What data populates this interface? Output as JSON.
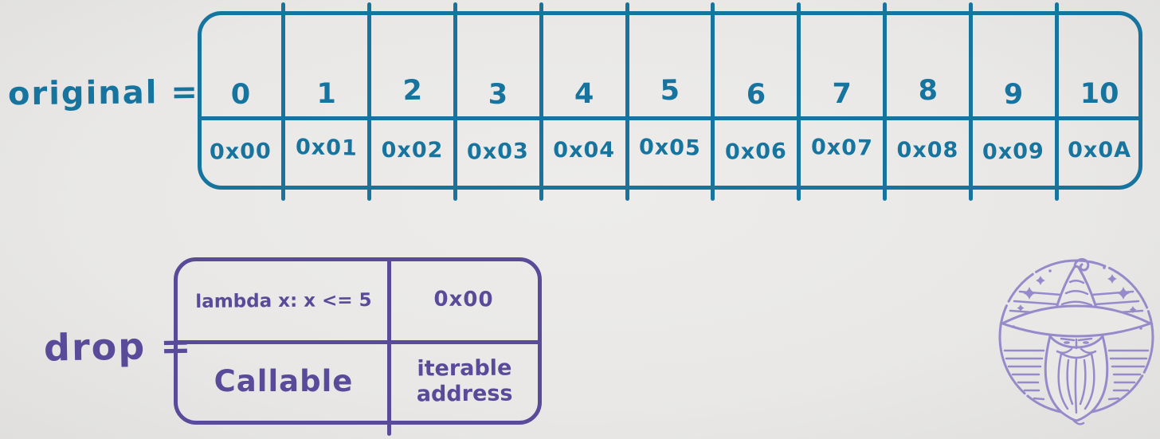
{
  "colors": {
    "background": "#e9e8e6",
    "teal": "#16749e",
    "purple": "#5a4a9a",
    "wizard_purple": "#968bca"
  },
  "original": {
    "label": "original =",
    "indices": [
      "0",
      "1",
      "2",
      "3",
      "4",
      "5",
      "6",
      "7",
      "8",
      "9",
      "10"
    ],
    "addresses": [
      "0x00",
      "0x01",
      "0x02",
      "0x03",
      "0x04",
      "0x05",
      "0x06",
      "0x07",
      "0x08",
      "0x09",
      "0x0A"
    ]
  },
  "drop": {
    "label": "drop =",
    "cells": {
      "top_left": "lambda x: x <= 5",
      "top_right": "0x00",
      "bottom_left": "Callable",
      "bottom_right": "iterable address"
    }
  },
  "icons": {
    "wizard": "wizard-icon"
  }
}
